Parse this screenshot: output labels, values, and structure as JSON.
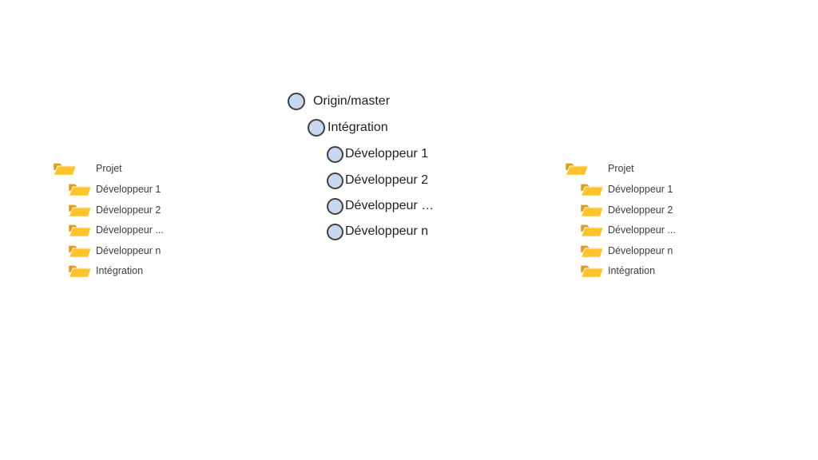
{
  "colors": {
    "circle_fill": "#c9d8f1",
    "circle_stroke": "#404040",
    "folder_front": "#ffc32b",
    "folder_back": "#e09c20",
    "center_text": "#1f1f1f",
    "tree_text": "#3d3d3d"
  },
  "diagram": {
    "branches": [
      {
        "label": "Origin/master"
      },
      {
        "label": "Intégration"
      },
      {
        "label": "Développeur 1"
      },
      {
        "label": "Développeur 2"
      },
      {
        "label": "Développeur …"
      },
      {
        "label": "Développeur n"
      }
    ]
  },
  "left_tree": {
    "items": [
      {
        "label": "Projet"
      },
      {
        "label": "Développeur 1"
      },
      {
        "label": "Développeur 2"
      },
      {
        "label": "Développeur ..."
      },
      {
        "label": "Développeur n"
      },
      {
        "label": "Intégration"
      }
    ]
  },
  "right_tree": {
    "items": [
      {
        "label": "Projet"
      },
      {
        "label": "Développeur 1"
      },
      {
        "label": "Développeur 2"
      },
      {
        "label": "Développeur ..."
      },
      {
        "label": "Développeur n"
      },
      {
        "label": "Intégration"
      }
    ]
  }
}
